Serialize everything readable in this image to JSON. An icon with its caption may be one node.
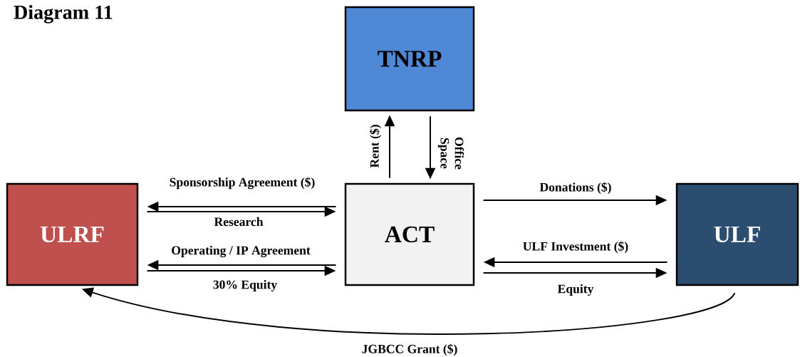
{
  "diagram": {
    "title": "Diagram 11",
    "nodes": [
      {
        "text": [
          "TNRP"
        ]
      },
      {
        "text": [
          "ULRF"
        ]
      },
      {
        "text": [
          "ACT"
        ]
      },
      {
        "text": [
          "ULF"
        ]
      }
    ],
    "edges": [
      {
        "from": 2,
        "to": 0,
        "arrow": "to",
        "label": "Rent ($)"
      },
      {
        "from": 0,
        "to": 2,
        "arrow": "to",
        "label": "Office Space"
      },
      {
        "from": 2,
        "to": 1,
        "arrow": "to",
        "label": "Sponsorship Agreement ($)"
      },
      {
        "from": 1,
        "to": 2,
        "arrow": "to",
        "label": "Research"
      },
      {
        "from": 2,
        "to": 1,
        "arrow": "to",
        "label": "Operating / IP Agreement"
      },
      {
        "from": 1,
        "to": 2,
        "arrow": "to",
        "label": "30% Equity"
      },
      {
        "from": 2,
        "to": 3,
        "arrow": "to",
        "label": "Donations ($)"
      },
      {
        "from": 3,
        "to": 2,
        "arrow": "to",
        "label": "ULF Investment ($)"
      },
      {
        "from": 2,
        "to": 3,
        "arrow": "to",
        "label": "Equity"
      },
      {
        "from": 3,
        "to": 1,
        "arrow": "to",
        "label": "JGBCC Grant ($)"
      }
    ]
  }
}
